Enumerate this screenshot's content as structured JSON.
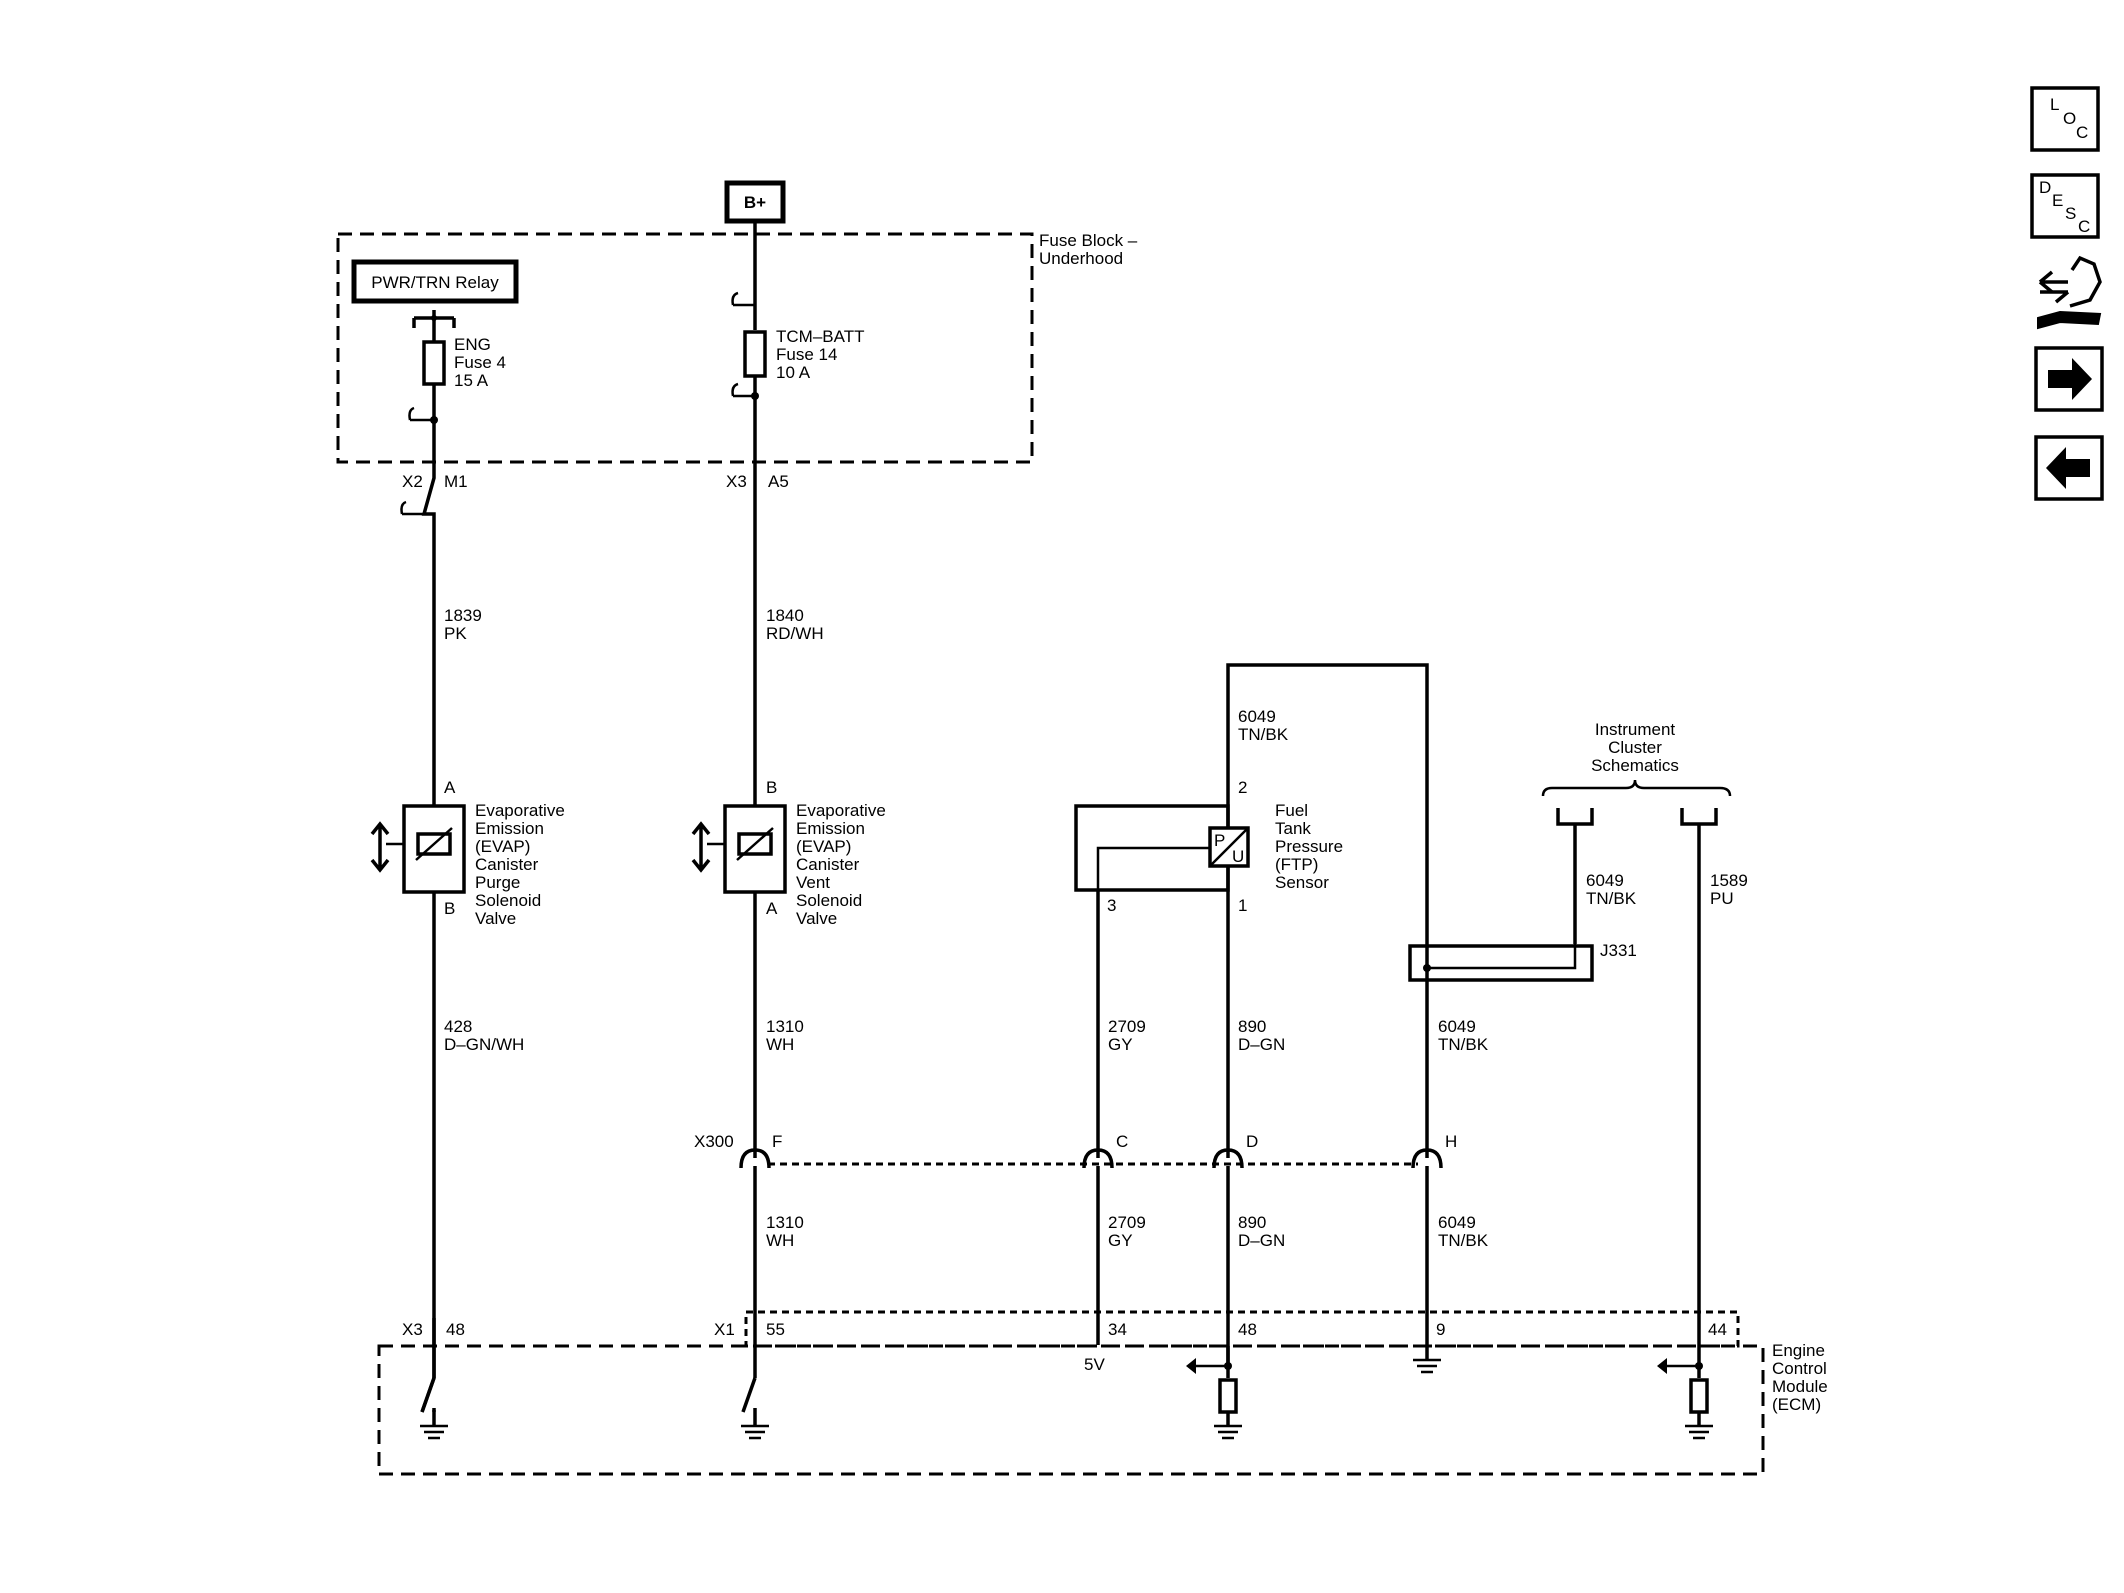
{
  "nav": {
    "loc": [
      "L",
      "O",
      "C"
    ],
    "desc": [
      "D",
      "E",
      "S",
      "C"
    ],
    "tool_icon": "connector-tool-icon",
    "next_icon": "arrow-right-icon",
    "prev_icon": "arrow-left-icon"
  },
  "power": {
    "label": "B+"
  },
  "fuse_block": {
    "title": [
      "Fuse Block –",
      "Underhood"
    ]
  },
  "relay": {
    "label": "PWR/TRN Relay"
  },
  "fuse_eng": {
    "lines": [
      "ENG",
      "Fuse 4",
      "15 A"
    ]
  },
  "fuse_tcm": {
    "lines": [
      "TCM–BATT",
      "Fuse 14",
      "10 A"
    ]
  },
  "conn_x2": {
    "name": "X2",
    "pin": "M1"
  },
  "conn_x3_fb": {
    "name": "X3",
    "pin": "A5"
  },
  "wire_1839": {
    "lines": [
      "1839",
      "PK"
    ]
  },
  "wire_1840": {
    "lines": [
      "1840",
      "RD/WH"
    ]
  },
  "purge_valve": {
    "pin_top": "A",
    "pin_bottom": "B",
    "lines": [
      "Evaporative",
      "Emission",
      "(EVAP)",
      "Canister",
      "Purge",
      "Solenoid",
      "Valve"
    ]
  },
  "vent_valve": {
    "pin_top": "B",
    "pin_bottom": "A",
    "lines": [
      "Evaporative",
      "Emission",
      "(EVAP)",
      "Canister",
      "Vent",
      "Solenoid",
      "Valve"
    ]
  },
  "wire_6049_top": {
    "lines": [
      "6049",
      "TN/BK"
    ]
  },
  "ftp_sensor": {
    "pin_top": "2",
    "pin_left": "3",
    "pin_right": "1",
    "icon_p": "P",
    "icon_u": "U",
    "lines": [
      "Fuel",
      "Tank",
      "Pressure",
      "(FTP)",
      "Sensor"
    ]
  },
  "cluster": {
    "lines": [
      "Instrument",
      "Cluster",
      "Schematics"
    ]
  },
  "wire_6049_cluster": {
    "lines": [
      "6049",
      "TN/BK"
    ]
  },
  "wire_1589": {
    "lines": [
      "1589",
      "PU"
    ]
  },
  "splice": {
    "label": "J331"
  },
  "wire_428": {
    "lines": [
      "428",
      "D–GN/WH"
    ]
  },
  "wire_1310_a": {
    "lines": [
      "1310",
      "WH"
    ]
  },
  "wire_2709_a": {
    "lines": [
      "2709",
      "GY"
    ]
  },
  "wire_890_a": {
    "lines": [
      "890",
      "D–GN"
    ]
  },
  "wire_6049_a": {
    "lines": [
      "6049",
      "TN/BK"
    ]
  },
  "conn_x300": {
    "name": "X300",
    "pins": [
      "F",
      "C",
      "D",
      "H"
    ]
  },
  "wire_1310_b": {
    "lines": [
      "1310",
      "WH"
    ]
  },
  "wire_2709_b": {
    "lines": [
      "2709",
      "GY"
    ]
  },
  "wire_890_b": {
    "lines": [
      "890",
      "D–GN"
    ]
  },
  "wire_6049_b": {
    "lines": [
      "6049",
      "TN/BK"
    ]
  },
  "ecm": {
    "conn_x3": {
      "name": "X3",
      "pin": "48"
    },
    "conn_x1": {
      "name": "X1",
      "pins": [
        "55",
        "34",
        "48",
        "9",
        "44"
      ]
    },
    "ref_voltage": "5V",
    "title": [
      "Engine",
      "Control",
      "Module",
      "(ECM)"
    ]
  }
}
